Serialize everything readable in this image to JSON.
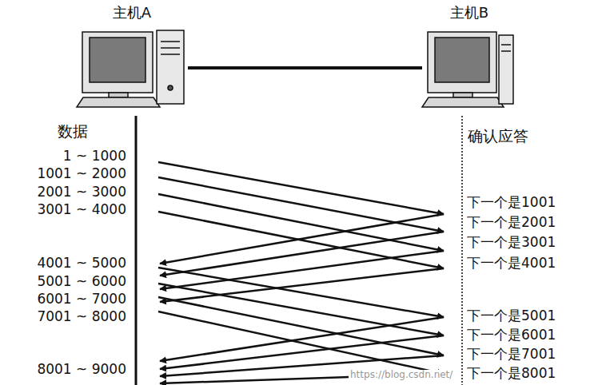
{
  "diagram": {
    "nodes": [
      {
        "text": [
          "主机A"
        ]
      },
      {
        "text": [
          "主机B"
        ]
      }
    ],
    "edges": [
      {
        "from": 0,
        "to": 1,
        "arrow": "none"
      }
    ],
    "labels": [
      "数据",
      "1 ~ 1000",
      "1001 ~ 2000",
      "2001 ~ 3000",
      "3001 ~ 4000",
      "4001 ~ 5000",
      "5001 ~ 6000",
      "6001 ~ 7000",
      "7001 ~ 8000",
      "8001 ~ 9000",
      "确认应答",
      "下一个是1001",
      "下一个是2001",
      "下一个是3001",
      "下一个是4001",
      "下一个是5001",
      "下一个是6001",
      "下一个是7001",
      "下一个是8001",
      "https://blog.csdn.net/"
    ]
  }
}
